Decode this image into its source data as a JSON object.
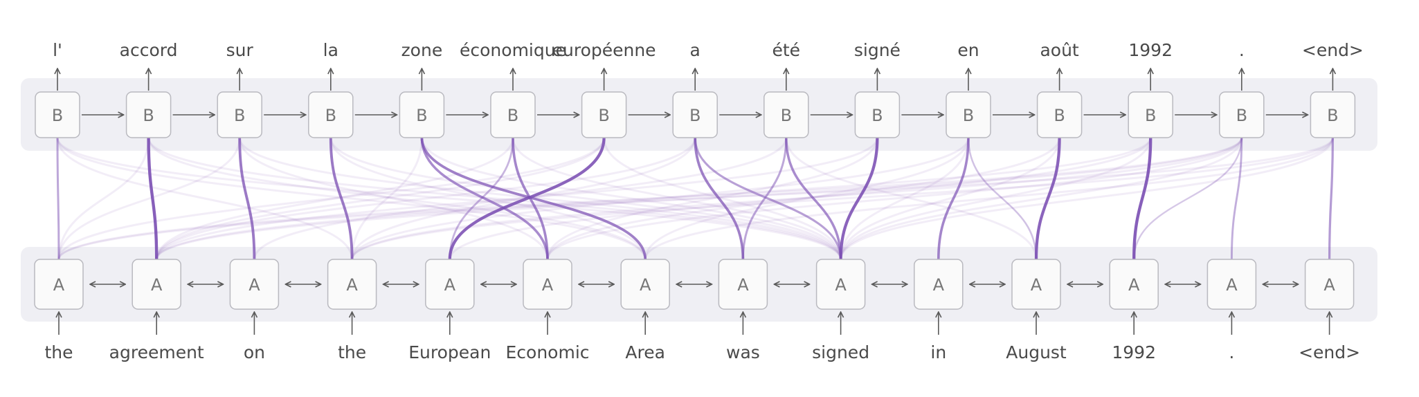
{
  "encoder": {
    "node_label": "A",
    "words": [
      "the",
      "agreement",
      "on",
      "the",
      "European",
      "Economic",
      "Area",
      "was",
      "signed",
      "in",
      "August",
      "1992",
      ".",
      "<end>"
    ]
  },
  "decoder": {
    "node_label": "B",
    "words": [
      "l'",
      "accord",
      "sur",
      "la",
      "zone",
      "économique",
      "européenne",
      "a",
      "été",
      "signé",
      "en",
      "août",
      "1992",
      ".",
      "<end>"
    ]
  },
  "colors": {
    "attention": "#7b4fb3",
    "panel": "#efeff4",
    "node_border": "#b9b9bf"
  },
  "attention_strong": [
    {
      "decoder_index": 0,
      "encoder_index": 0,
      "weight": 0.4
    },
    {
      "decoder_index": 1,
      "encoder_index": 1,
      "weight": 0.95
    },
    {
      "decoder_index": 2,
      "encoder_index": 2,
      "weight": 0.75
    },
    {
      "decoder_index": 3,
      "encoder_index": 3,
      "weight": 0.75
    },
    {
      "decoder_index": 4,
      "encoder_index": 5,
      "weight": 0.6
    },
    {
      "decoder_index": 4,
      "encoder_index": 6,
      "weight": 0.7
    },
    {
      "decoder_index": 5,
      "encoder_index": 5,
      "weight": 0.65
    },
    {
      "decoder_index": 5,
      "encoder_index": 4,
      "weight": 0.3
    },
    {
      "decoder_index": 6,
      "encoder_index": 4,
      "weight": 0.9
    },
    {
      "decoder_index": 7,
      "encoder_index": 7,
      "weight": 0.7
    },
    {
      "decoder_index": 7,
      "encoder_index": 8,
      "weight": 0.45
    },
    {
      "decoder_index": 8,
      "encoder_index": 8,
      "weight": 0.6
    },
    {
      "decoder_index": 8,
      "encoder_index": 7,
      "weight": 0.4
    },
    {
      "decoder_index": 9,
      "encoder_index": 8,
      "weight": 0.9
    },
    {
      "decoder_index": 10,
      "encoder_index": 9,
      "weight": 0.65
    },
    {
      "decoder_index": 10,
      "encoder_index": 10,
      "weight": 0.2
    },
    {
      "decoder_index": 11,
      "encoder_index": 10,
      "weight": 0.9
    },
    {
      "decoder_index": 12,
      "encoder_index": 11,
      "weight": 0.95
    },
    {
      "decoder_index": 13,
      "encoder_index": 12,
      "weight": 0.35
    },
    {
      "decoder_index": 13,
      "encoder_index": 11,
      "weight": 0.15
    },
    {
      "decoder_index": 14,
      "encoder_index": 13,
      "weight": 0.5
    }
  ],
  "attention_faint": [
    {
      "decoder_index": 0,
      "encoder_index": 6
    },
    {
      "decoder_index": 0,
      "encoder_index": 8
    },
    {
      "decoder_index": 0,
      "encoder_index": 3
    },
    {
      "decoder_index": 1,
      "encoder_index": 8
    },
    {
      "decoder_index": 1,
      "encoder_index": 0
    },
    {
      "decoder_index": 1,
      "encoder_index": 6
    },
    {
      "decoder_index": 2,
      "encoder_index": 8
    },
    {
      "decoder_index": 2,
      "encoder_index": 5
    },
    {
      "decoder_index": 2,
      "encoder_index": 0
    },
    {
      "decoder_index": 3,
      "encoder_index": 8
    },
    {
      "decoder_index": 3,
      "encoder_index": 6
    },
    {
      "decoder_index": 4,
      "encoder_index": 8
    },
    {
      "decoder_index": 4,
      "encoder_index": 3
    },
    {
      "decoder_index": 5,
      "encoder_index": 1
    },
    {
      "decoder_index": 5,
      "encoder_index": 8
    },
    {
      "decoder_index": 6,
      "encoder_index": 1
    },
    {
      "decoder_index": 6,
      "encoder_index": 0
    },
    {
      "decoder_index": 6,
      "encoder_index": 8
    },
    {
      "decoder_index": 7,
      "encoder_index": 3
    },
    {
      "decoder_index": 7,
      "encoder_index": 1
    },
    {
      "decoder_index": 8,
      "encoder_index": 2
    },
    {
      "decoder_index": 8,
      "encoder_index": 10
    },
    {
      "decoder_index": 9,
      "encoder_index": 5
    },
    {
      "decoder_index": 9,
      "encoder_index": 1
    },
    {
      "decoder_index": 10,
      "encoder_index": 8
    },
    {
      "decoder_index": 10,
      "encoder_index": 3
    },
    {
      "decoder_index": 10,
      "encoder_index": 6
    },
    {
      "decoder_index": 11,
      "encoder_index": 8
    },
    {
      "decoder_index": 11,
      "encoder_index": 5
    },
    {
      "decoder_index": 12,
      "encoder_index": 8
    },
    {
      "decoder_index": 12,
      "encoder_index": 4
    },
    {
      "decoder_index": 12,
      "encoder_index": 1
    },
    {
      "decoder_index": 13,
      "encoder_index": 1
    },
    {
      "decoder_index": 13,
      "encoder_index": 3
    },
    {
      "decoder_index": 13,
      "encoder_index": 0
    },
    {
      "decoder_index": 13,
      "encoder_index": 5
    },
    {
      "decoder_index": 13,
      "encoder_index": 8
    },
    {
      "decoder_index": 14,
      "encoder_index": 8
    },
    {
      "decoder_index": 14,
      "encoder_index": 0
    },
    {
      "decoder_index": 14,
      "encoder_index": 3
    },
    {
      "decoder_index": 14,
      "encoder_index": 6
    }
  ]
}
